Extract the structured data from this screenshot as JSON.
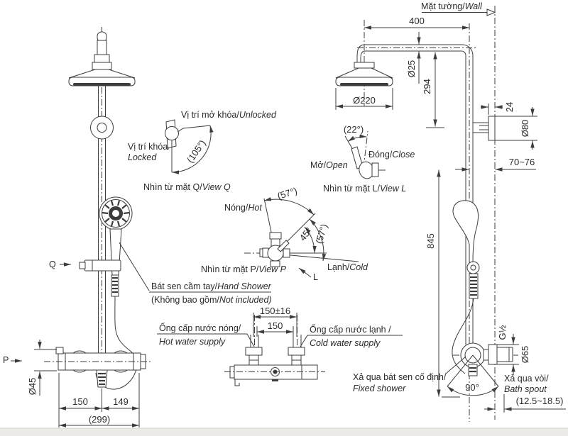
{
  "title": "shower-column-dimension-drawing",
  "colors": {
    "line": "#3c3c3c",
    "text": "#2b2b2b",
    "background": "#ffffff",
    "footer_strip": "#eceae7"
  },
  "labels": {
    "wall": {
      "vi": "Mặt tường/",
      "en": "Wall"
    },
    "view_q": {
      "vi": "Nhìn từ mặt Q/",
      "en": "View Q"
    },
    "unlocked": {
      "vi": "Vị trí mở khóa/",
      "en": "Unlocked"
    },
    "locked": {
      "vi": "Vị trí khóa/",
      "en": "Locked"
    },
    "view_l": {
      "vi": "Nhìn từ mặt L/",
      "en": "View L"
    },
    "open": {
      "vi": "Mở/",
      "en": "Open"
    },
    "close": {
      "vi": "Đóng/",
      "en": "Close"
    },
    "view_p": {
      "vi": "Nhìn từ mặt P/",
      "en": "View P"
    },
    "hot": {
      "vi": "Nóng/",
      "en": "Hot"
    },
    "cold": {
      "vi": "Lạnh/",
      "en": "Cold"
    },
    "hand_shower": {
      "vi": "Bát sen cầm tay/",
      "en": "Hand Shower"
    },
    "not_included": {
      "vi": "(Không bao gồm/",
      "en": "Not included)"
    },
    "hot_supply": {
      "vi": "Ống cấp nước nóng/",
      "en": "Hot water supply"
    },
    "cold_supply": {
      "vi": "Ống cấp nước lạnh /",
      "en": "Cold water supply"
    },
    "fixed_shower": {
      "vi": "Xả qua bát sen cố định/",
      "en": "Fixed shower"
    },
    "bath_spout": {
      "vi": "Xả qua vòi/",
      "en": "Bath spout"
    }
  },
  "markers": {
    "p": "P",
    "q": "Q",
    "l": "L"
  },
  "dimensions": {
    "wall_offset": "400",
    "arm_pipe_dia": "Ø25",
    "head_drop": "294",
    "head_dia": "Ø220",
    "flange_depth": "24",
    "flange_dia": "Ø80",
    "wall_clearance": "70~76",
    "column_height": "845",
    "thread": "G½",
    "spout_flange_dia": "Ø65",
    "spout_swing": "90°",
    "spout_reach": "(12.5~18.5)",
    "unlock_angle": "(105°)",
    "open_angle": "(22°)",
    "hot_angle": "(57°)",
    "cold_angle": "(57°)",
    "mix_angle": "45°",
    "supply_span_tol": "150±16",
    "supply_span": "150",
    "valve_body_dia": "Ø45",
    "valve_left": "150",
    "valve_right": "149",
    "valve_total": "(299)"
  }
}
